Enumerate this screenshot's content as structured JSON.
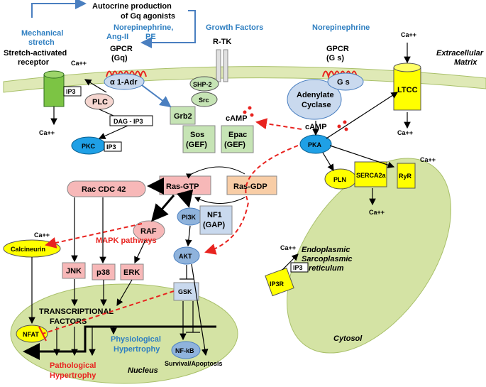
{
  "top": {
    "autocrine": [
      "Autocrine production",
      "of Gq agonists"
    ],
    "mechanical_stretch": [
      "Mechanical",
      "stretch"
    ],
    "stretch_receptor": [
      "Stretch-activated",
      "receptor"
    ],
    "norepi_ang": [
      "Norepinephrine,",
      "Ang-II",
      "PE"
    ],
    "growth_factors": "Growth Factors",
    "norepinephrine": "Norepinephrine",
    "extracellular": [
      "Extracellular",
      "Matrix"
    ]
  },
  "labels": {
    "gpcr_gq": [
      "GPCR",
      "(Gq)"
    ],
    "rtk": "R-TK",
    "gpcr_gs": [
      "GPCR",
      "(G s)"
    ],
    "alpha1": "α 1-Adr",
    "plc": "PLC",
    "ip3_a": "IP3",
    "ip3_b": "IP3",
    "ip3_c": "IP3",
    "dag": "DAG - IP3",
    "pkc": "PKC",
    "shp2": "SHP-2",
    "src": "Src",
    "grb2": "Grb2",
    "sos": [
      "Sos",
      "(GEF)"
    ],
    "camp_top": "cAMP",
    "epac": [
      "Epac",
      "(GEF)"
    ],
    "adenylate": [
      "Adenylate",
      "Cyclase"
    ],
    "gs": "G s",
    "camp_pka": "cAMP",
    "pka": "PKA",
    "ltcc": "LTCC",
    "pln": "PLN",
    "serca": "SERCA2a",
    "ryr": "RyR",
    "rac": "Rac CDC 42",
    "rasgtp": "Ras-GTP",
    "rasgdp": "Ras-GDP",
    "raf": "RAF",
    "pi3k": "PI3K",
    "nf1": [
      "NF1",
      "(GAP)"
    ],
    "mapk": "MAPK pathways",
    "calcineurin": "Calcineurin",
    "jnk": "JNK",
    "p38": "p38",
    "erk": "ERK",
    "akt": "AKT",
    "gsk": "GSK",
    "transcriptional": [
      "TRANSCRIPTIONAL",
      "FACTORS"
    ],
    "nfat": "NFAT",
    "nfkb": "NF-kB",
    "physiological": [
      "Physiological",
      "Hypertrophy"
    ],
    "pathological": [
      "Pathological",
      "Hypertrophy"
    ],
    "nucleus": "Nucleus",
    "survival": "Survival/Apoptosis",
    "ip3r": "IP3R",
    "er": [
      "Endoplasmic",
      "Sarcoplasmic",
      "reticulum"
    ],
    "cytosol": "Cytosol"
  },
  "ca": {
    "ca1": "Ca++",
    "ca2": "Ca++",
    "ca3": "Ca++",
    "ca4": "Ca++",
    "ca5": "Ca++",
    "ca6": "Ca++",
    "ca7": "Ca++",
    "ca8": "Ca++"
  },
  "colors": {
    "membrane": "#dfe9b6",
    "er": "#d4e3a4",
    "nucleus": "#d4e3a4",
    "blue_node": "#1fa0e6",
    "yellow_node": "#ffff00",
    "green_box": "#c6e4b5",
    "pink": "#f7b8b8",
    "salmon": "#f8cda6",
    "arrow_red": "#e8231f",
    "arrow_blue": "#4a7fc0",
    "label_blue": "#2f7fc1"
  }
}
